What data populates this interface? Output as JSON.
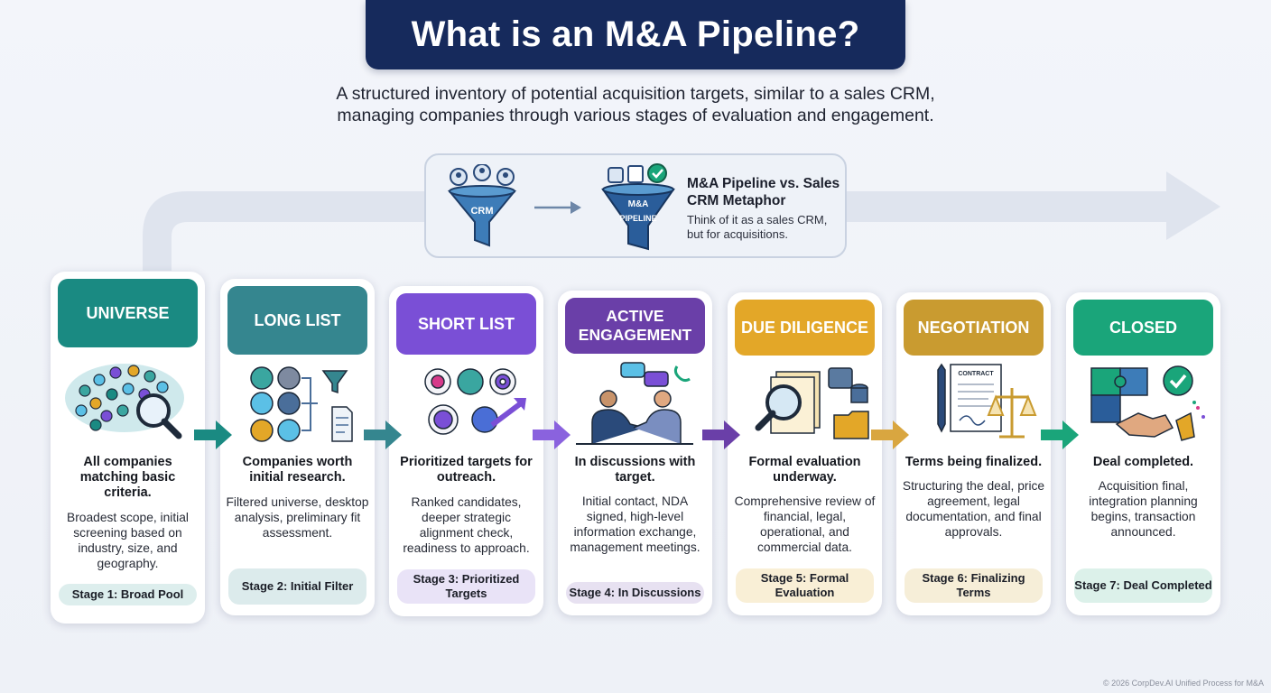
{
  "header": {
    "title": "What is an M&A Pipeline?",
    "subtitle_line1": "A structured inventory of potential acquisition targets, similar to a sales CRM,",
    "subtitle_line2": "managing companies through various stages of evaluation and engagement."
  },
  "metaphor": {
    "title": "M&A Pipeline vs. Sales CRM Metaphor",
    "text": "Think of it as a sales CRM, but for acquisitions.",
    "crm_label": "CRM",
    "pipeline_label_1": "M&A",
    "pipeline_label_2": "PIPELINE"
  },
  "stages": [
    {
      "name": "UNIVERSE",
      "bold": "All companies matching basic criteria.",
      "desc": "Broadest scope, initial screening based on industry, size, and geography.",
      "pill": "Stage 1: Broad Pool",
      "color": "#1a8a82",
      "pill_color": "#ddeeed"
    },
    {
      "name": "LONG LIST",
      "bold": "Companies worth initial research.",
      "desc": "Filtered universe, desktop analysis, preliminary fit assessment.",
      "pill": "Stage 2: Initial Filter",
      "color": "#35868f",
      "pill_color": "#dcebec"
    },
    {
      "name": "SHORT LIST",
      "bold": "Prioritized targets for outreach.",
      "desc": "Ranked candidates, deeper strategic alignment check, readiness to approach.",
      "pill": "Stage 3: Prioritized Targets",
      "color": "#7a4fd6",
      "pill_color": "#e9e3f7"
    },
    {
      "name": "ACTIVE ENGAGEMENT",
      "bold": "In discussions with target.",
      "desc": "Initial contact, NDA signed, high-level information exchange, management meetings.",
      "pill": "Stage 4: In Discussions",
      "color": "#6a3fa8",
      "pill_color": "#e7e1f1"
    },
    {
      "name": "DUE DILIGENCE",
      "bold": "Formal evaluation underway.",
      "desc": "Comprehensive review of financial, legal, operational, and commercial data.",
      "pill": "Stage 5: Formal Evaluation",
      "color": "#e3a728",
      "pill_color": "#f9efd6"
    },
    {
      "name": "NEGOTIATION",
      "bold": "Terms being finalized.",
      "desc": "Structuring the deal, price agreement, legal documentation, and final approvals.",
      "pill": "Stage 6: Finalizing Terms",
      "color": "#c99b30",
      "pill_color": "#f6eed8"
    },
    {
      "name": "CLOSED",
      "bold": "Deal completed.",
      "desc": "Acquisition final, integration planning begins, transaction announced.",
      "pill": "Stage 7: Deal Completed",
      "color": "#1aa57a",
      "pill_color": "#dcf1ea"
    }
  ],
  "footer": "© 2026 CorpDev.AI Unified Process for M&A"
}
